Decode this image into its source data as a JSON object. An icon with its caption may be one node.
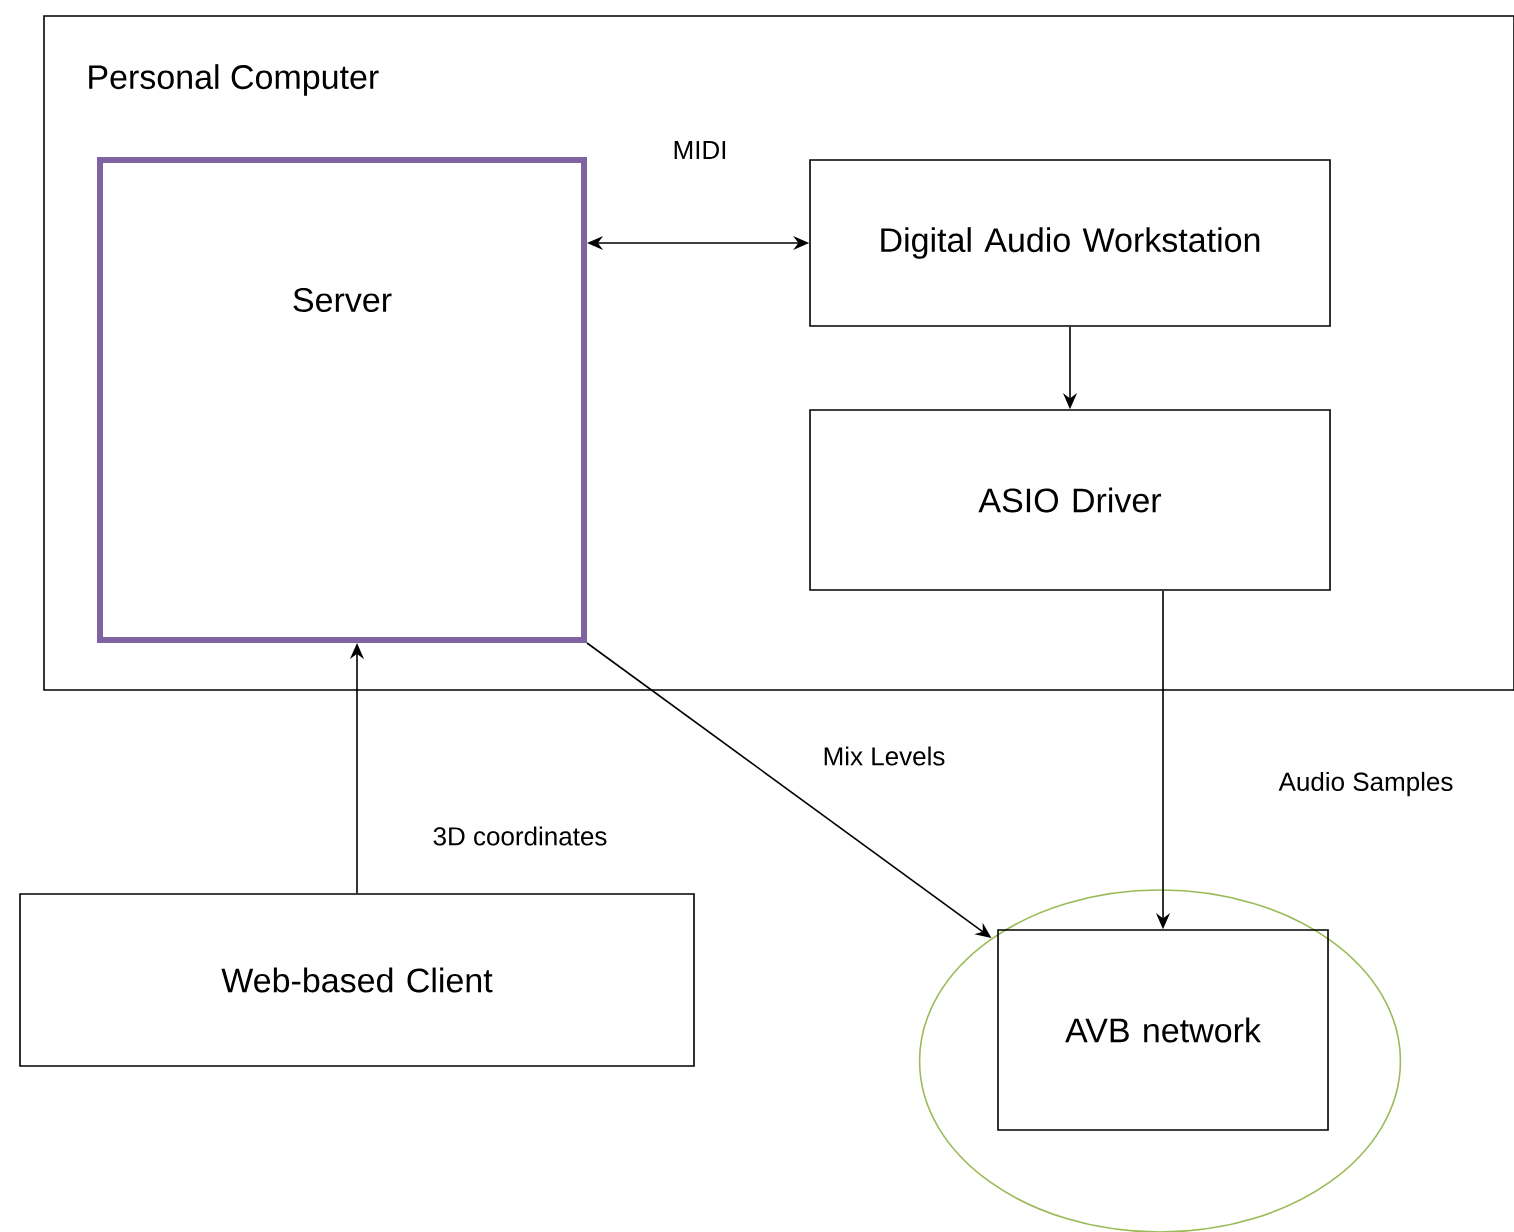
{
  "diagram": {
    "nodes": [
      {
        "text": [
          "Personal Computer"
        ]
      },
      {
        "text": [
          "Server"
        ],
        "in": 0
      },
      {
        "text": [
          "Digital Audio Workstation"
        ],
        "in": 0
      },
      {
        "text": [
          "ASIO Driver"
        ],
        "in": 0
      },
      {
        "text": [
          "Web-based Client"
        ]
      },
      {
        "text": [],
        "shape": "circle"
      },
      {
        "text": [
          "AVB network"
        ],
        "in": 5
      }
    ],
    "edges": [
      {
        "from": 1,
        "to": 2,
        "arrow": "both",
        "label": "MIDI"
      },
      {
        "from": 2,
        "to": 3,
        "arrow": "to"
      },
      {
        "from": 1,
        "to": 5,
        "arrow": "to",
        "label": "Mix Levels"
      },
      {
        "from": 3,
        "to": 6,
        "arrow": "to",
        "label": "Audio Samples"
      },
      {
        "from": 4,
        "to": 1,
        "arrow": "to",
        "label": "3D coordinates"
      }
    ]
  }
}
